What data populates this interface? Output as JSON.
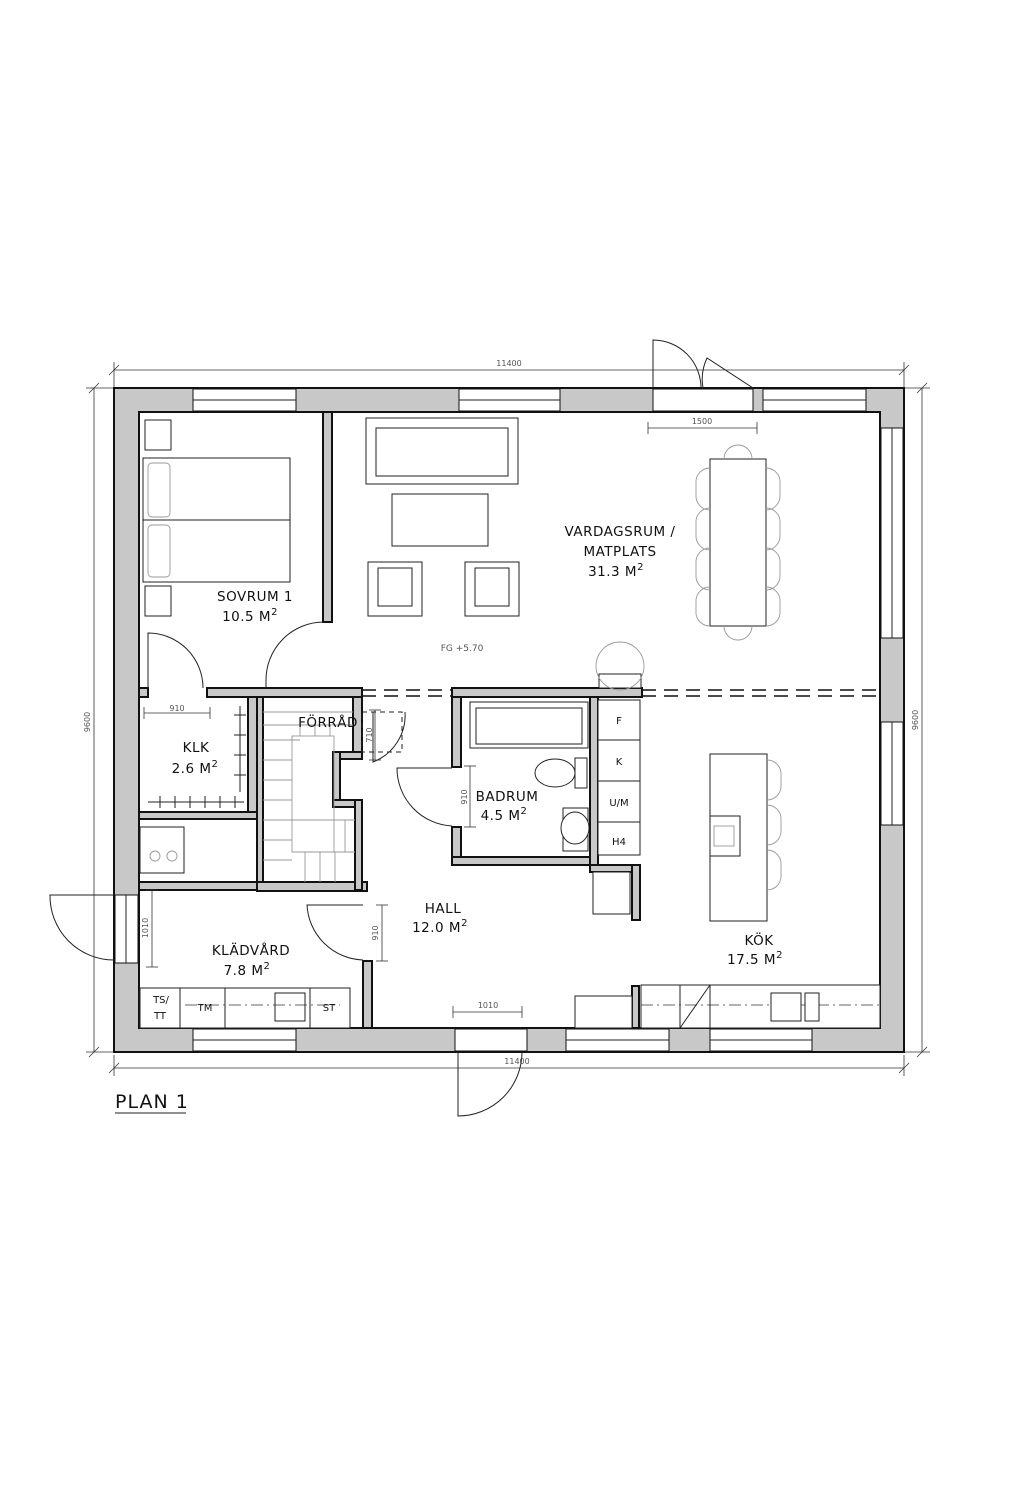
{
  "drawing": {
    "title": "PLAN 1",
    "rooms": {
      "sovrum": {
        "name": "SOVRUM 1",
        "area": "10.5 M",
        "sup": "2"
      },
      "vardagsrum": {
        "name_line1": "VARDAGSRUM /",
        "name_line2": "MATPLATS",
        "area": "31.3 M",
        "sup": "2"
      },
      "klk": {
        "name": "KLK",
        "area": "2.6 M",
        "sup": "2"
      },
      "forrad": {
        "name": "FÖRRÅD"
      },
      "badrum": {
        "name": "BADRUM",
        "area": "4.5 M",
        "sup": "2"
      },
      "hall": {
        "name": "HALL",
        "area": "12.0 M",
        "sup": "2"
      },
      "klädvård": {
        "name": "KLÄDVÅRD",
        "area": "7.8 M",
        "sup": "2"
      },
      "kok": {
        "name": "KÖK",
        "area": "17.5 M",
        "sup": "2"
      }
    },
    "floor_level": "FG +5.70",
    "appliances": {
      "f": "F",
      "k": "K",
      "um": "U/M",
      "h4": "H4",
      "ts": "TS/",
      "tt": "TT",
      "tm": "TM",
      "st": "ST"
    },
    "dimensions": {
      "top_width": "11400",
      "bottom_width": "11400",
      "left_height": "9600",
      "right_height": "9600",
      "terrace_door": "1500",
      "entry_door": "1010",
      "klk_door": "910",
      "forrad_door": "710",
      "badrum_door": "910",
      "hall_door": "910",
      "klädvård_door": "1010"
    }
  }
}
